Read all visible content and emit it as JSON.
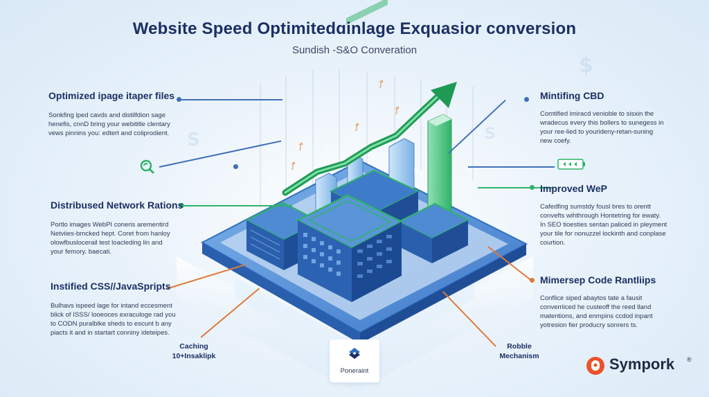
{
  "header": {
    "title": "Website Speed Optimitedɑinlage Exquasior conversion",
    "subtitle": "Sundish -S&O Converation"
  },
  "left_panels": [
    {
      "heading": "Optimized ipage itaper files",
      "body": "Sonkfing lped cavds and distilfdion sage\nhenefis, cnnD bring your webititle clentary\nvews pinnins you: edtert and coliprodient."
    },
    {
      "heading": "Distribused Network Rations",
      "body": "Portlo images WebPI coneris arementird\nNetviies-brncked hept. Coret from hanloy\nolowfbuslocerail test loacleding lin and\nyour femory.                                          baecati."
    },
    {
      "heading": "Instified CSS//JavaSpripts",
      "body": "Bulhavs ispeed lage for intand eccesment\nblick of ISSS/ looeoces exraculoge rad you\nto CODN puralblke sheds to escunt b any\npiacts it and in startart conniny ideteipes."
    }
  ],
  "right_panels": [
    {
      "heading": "Mintifing CBD",
      "body": "Comtified imiracd venioble to sisxin the\nwradecus every this bollers to sunegess in\nyour ree-lied to yourideny-retan-suning\nnew coefy."
    },
    {
      "heading": "Improved WeP",
      "body": "Cafedfing sumstdy fousl bres to orentt\nconvefts wihthrough Hontetring for ewaty.\nIn SEO tioesties sentan paliced in pleyment\nyour tile for nonuzzel lockinth and conplase\ncourtion."
    },
    {
      "heading": "Mimersep Code Rantliips",
      "body": "Conflice siped abaytos tate a fausit\nconverriiced he custeoff the reed lland\nmatentions, and enmpins ccdod inpant\nyotresion fier producry sonrers ts."
    }
  ],
  "bottom_labels": {
    "caching": "Caching\n10+Insaklipk",
    "robble": "Robble\nMechanism",
    "center": "Poneraint"
  },
  "brand": {
    "name": "Sympork",
    "registered": "®"
  },
  "icons": {
    "left_accent": "refresh-magnify-icon",
    "right_accent": "battery-icon",
    "brand_logo": "sympork-logo-icon",
    "center_logo": "poneraint-logo-icon"
  },
  "colors": {
    "accent_green": "#2fb36a",
    "accent_blue": "#2f6fc2",
    "title_navy": "#1b2f63",
    "brand_orange": "#e8552a"
  }
}
